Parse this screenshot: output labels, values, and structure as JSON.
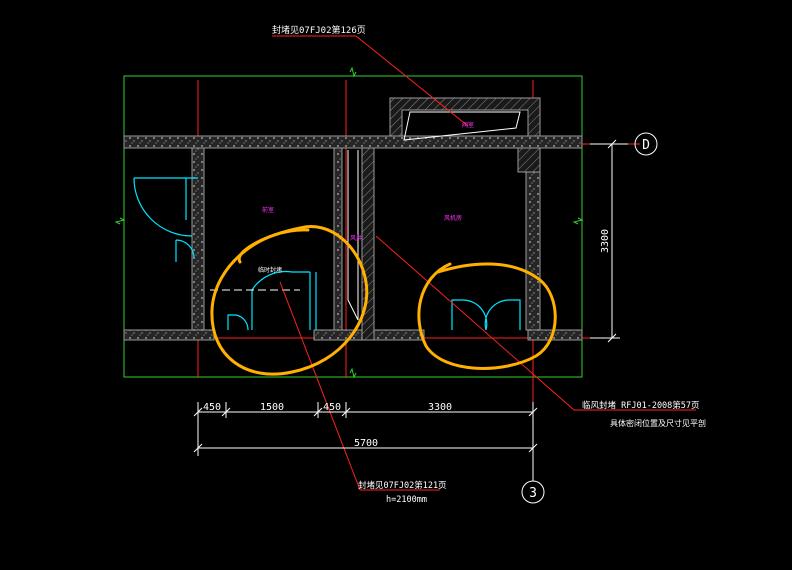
{
  "annotations": {
    "top_note": "封堵见07FJ02第126页",
    "label_top_room": "阀室",
    "label_left_room": "前室",
    "label_right_room": "风机房",
    "label_riser": "风井",
    "label_temp_wall": "临时封堵",
    "note_right_1": "临风封堵 RFJ01-2008第57页",
    "note_right_2": "具体密闭位置及尺寸见平剖",
    "note_bottom_1": "封堵见07FJ02第121页",
    "note_bottom_2": "h=2100mm"
  },
  "dimensions": {
    "segments": [
      "450",
      "1500",
      "450",
      "3300"
    ],
    "total": "5700",
    "vertical": "3300"
  },
  "axis_tags": {
    "horizontal": "D",
    "vertical": "3"
  },
  "colors": {
    "background": "#000000",
    "wall": "#9a9a9a",
    "dim": "#ffffff",
    "gridline": "#ff2020",
    "boundary": "#2fd02f",
    "door": "#00e5ff",
    "highlight": "#ffb000",
    "label": "#ff33ff"
  }
}
